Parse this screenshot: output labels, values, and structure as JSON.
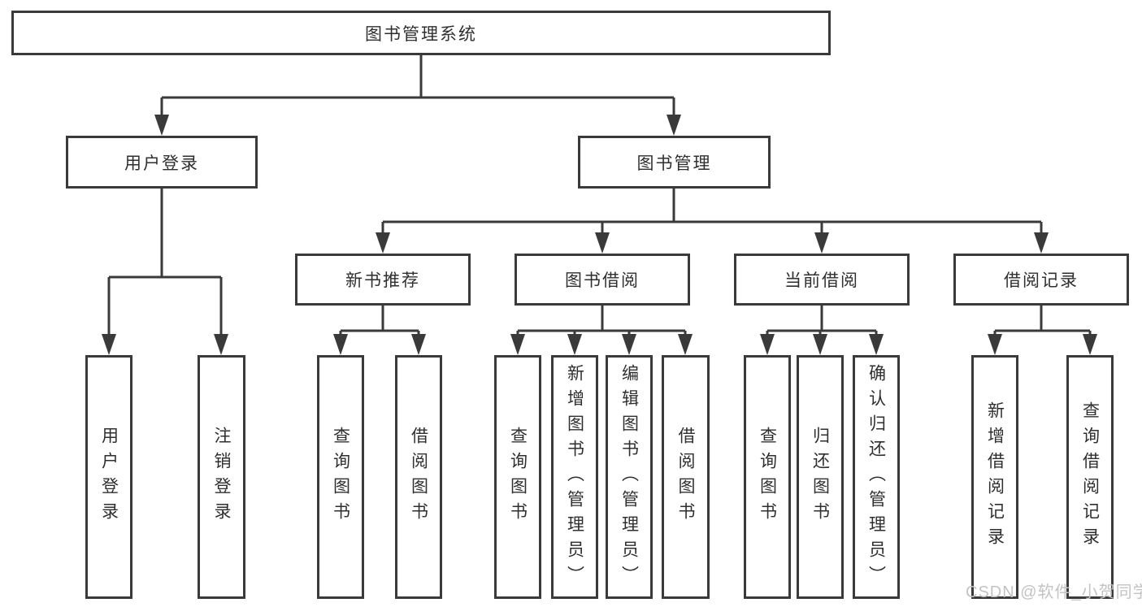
{
  "colors": {
    "line": "#3a3a3a",
    "text": "#2f2f2f",
    "background": "#ffffff",
    "watermark": "#c3c3c3"
  },
  "nodes": {
    "root": "图书管理系统",
    "user_login": "用户登录",
    "book_mgmt": "图书管理",
    "new_books": "新书推荐",
    "book_borrow": "图书借阅",
    "current_borrow": "当前借阅",
    "borrow_records": "借阅记录",
    "ul_login": "用户登录",
    "ul_logout": "注销登录",
    "nb_query": "查询图书",
    "nb_borrow": "借阅图书",
    "bb_query": "查询图书",
    "bb_add": "新增图书（管理员）",
    "bb_edit": "编辑图书（管理员）",
    "bb_borrow": "借阅图书",
    "cb_query": "查询图书",
    "cb_return": "归还图书",
    "cb_confirm": "确认归还（管理员）",
    "br_add": "新增借阅记录",
    "br_query": "查询借阅记录"
  },
  "hierarchy": {
    "图书管理系统": {
      "用户登录": [
        "用户登录",
        "注销登录"
      ],
      "图书管理": {
        "新书推荐": [
          "查询图书",
          "借阅图书"
        ],
        "图书借阅": [
          "查询图书",
          "新增图书（管理员）",
          "编辑图书（管理员）",
          "借阅图书"
        ],
        "当前借阅": [
          "查询图书",
          "归还图书",
          "确认归还（管理员）"
        ],
        "借阅记录": [
          "新增借阅记录",
          "查询借阅记录"
        ]
      }
    }
  },
  "watermark": {
    "text": "CSDN @软件_小贺同学"
  }
}
